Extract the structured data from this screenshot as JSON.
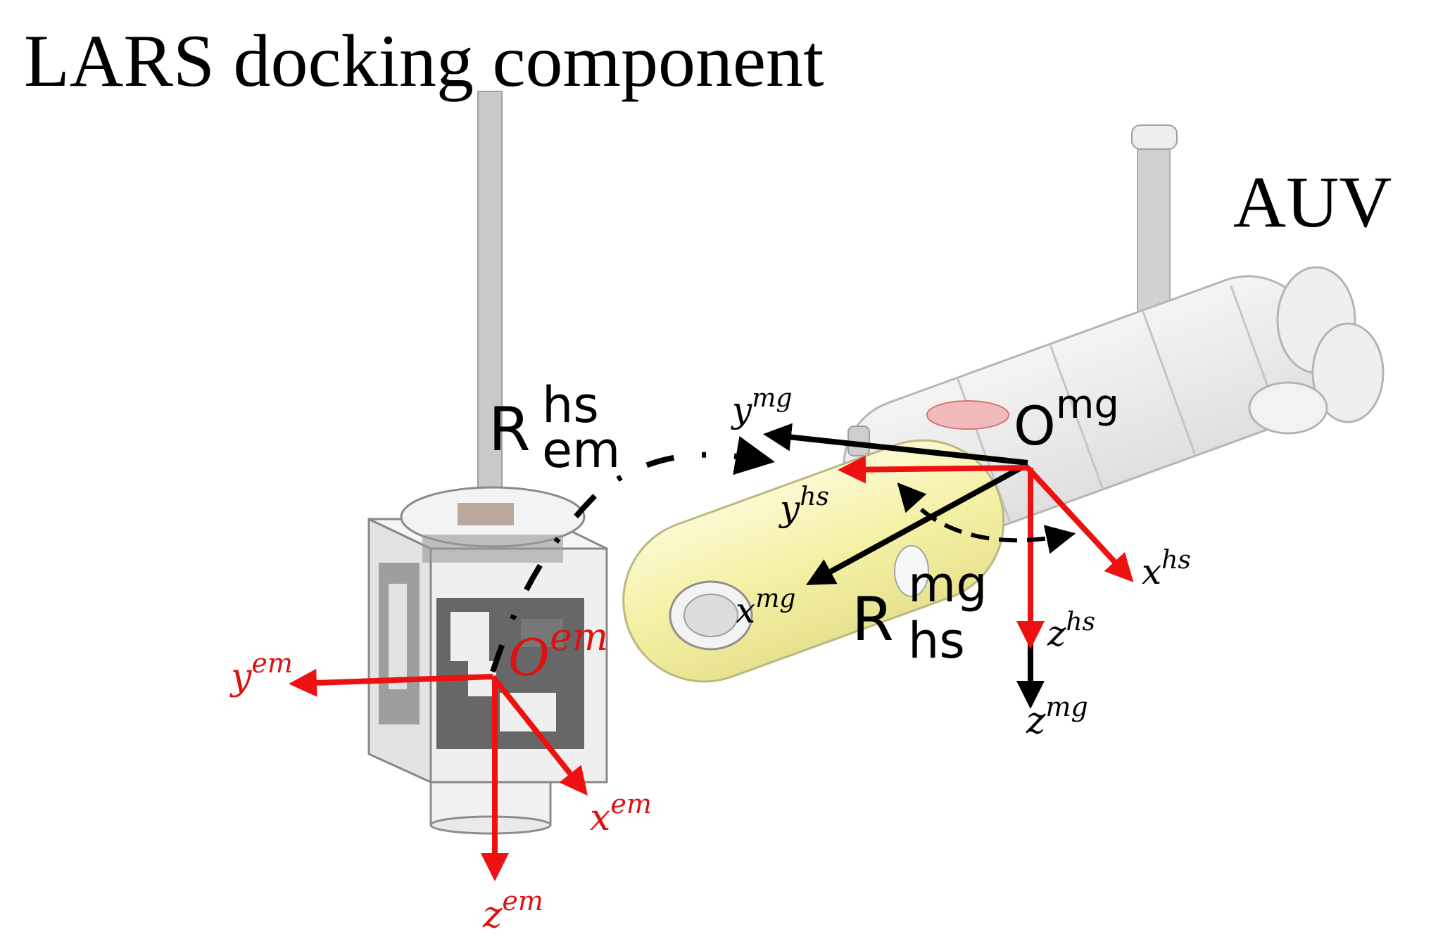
{
  "title": "LARS docking component",
  "auv_label": "AUV",
  "colors": {
    "frame_primary": "#ee1111",
    "frame_secondary": "#000000",
    "hull_yellow": "#f6f3a6",
    "body_gray": "#e8e8e8",
    "outline_gray": "#9a9a9a",
    "marker_dark": "#555555"
  },
  "frames": {
    "em": {
      "origin": {
        "base": "O",
        "sup": "em"
      },
      "x": {
        "base": "x",
        "sup": "em"
      },
      "y": {
        "base": "y",
        "sup": "em"
      },
      "z": {
        "base": "z",
        "sup": "em"
      }
    },
    "hs": {
      "x": {
        "base": "x",
        "sup": "hs"
      },
      "y": {
        "base": "y",
        "sup": "hs"
      },
      "z": {
        "base": "z",
        "sup": "hs"
      }
    },
    "mg": {
      "origin": {
        "base": "O",
        "sup": "mg"
      },
      "x": {
        "base": "x",
        "sup": "mg"
      },
      "y": {
        "base": "y",
        "sup": "mg"
      },
      "z": {
        "base": "z",
        "sup": "mg"
      }
    }
  },
  "rotations": {
    "em_to_hs": {
      "base": "R",
      "sup": "hs",
      "sub": "em"
    },
    "hs_to_mg": {
      "base": "R",
      "sup": "mg",
      "sub": "hs"
    }
  }
}
